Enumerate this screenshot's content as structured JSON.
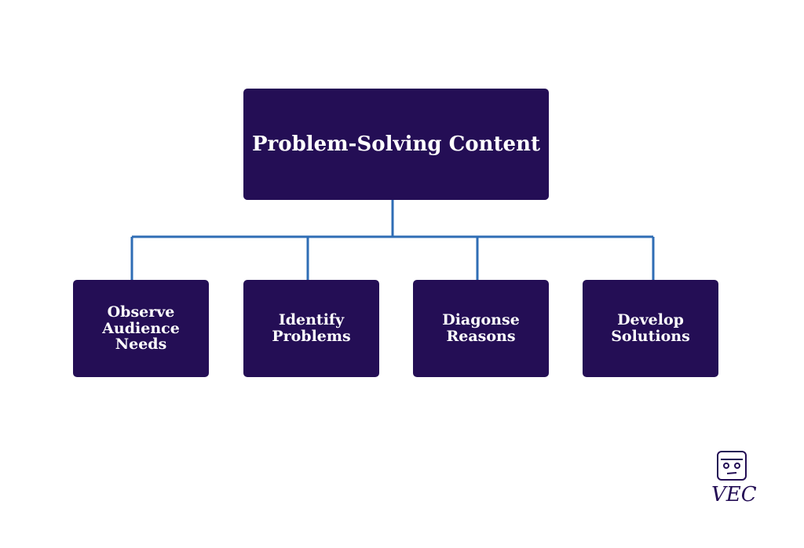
{
  "diagram": {
    "root": {
      "label": "Problem-Solving Content"
    },
    "children": [
      {
        "label": "Observe Audience Needs"
      },
      {
        "label": "Identify Problems"
      },
      {
        "label": "Diagonse Reasons"
      },
      {
        "label": "Develop Solutions"
      }
    ]
  },
  "logo": {
    "text": "VEC",
    "icon": "robot-face-icon"
  },
  "colors": {
    "node_fill": "#240e55",
    "node_text": "#ffffff",
    "connector": "#2f6db5",
    "background": "#ffffff"
  }
}
